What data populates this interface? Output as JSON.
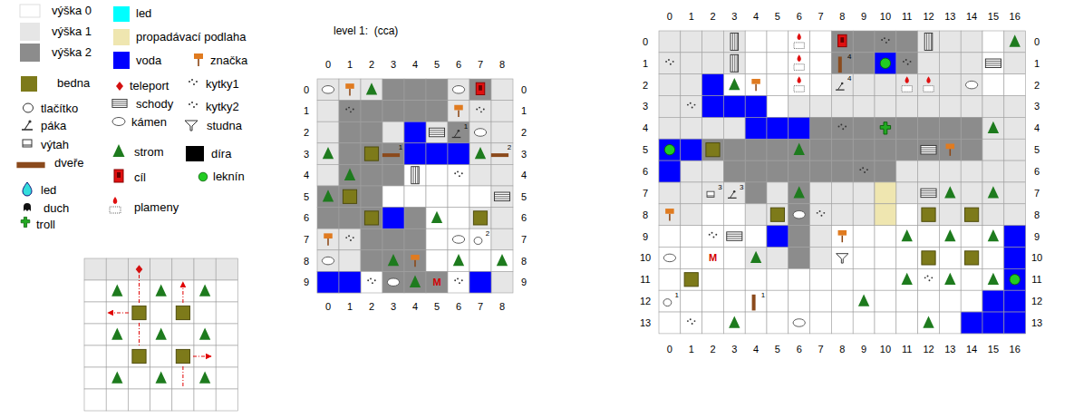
{
  "diagram": {
    "title": "level 1:  (cca)",
    "labels": [
      "0",
      "1",
      "2",
      "3",
      "4",
      "5",
      "6",
      "7",
      "8",
      "0",
      "1",
      "2",
      "3",
      "4",
      "5",
      "6",
      "7",
      "8",
      "9",
      "0",
      "1",
      "2",
      "3",
      "4",
      "5",
      "6",
      "7",
      "8",
      "9",
      "0",
      "1",
      "2",
      "3",
      "4",
      "5",
      "6",
      "7",
      "8",
      "1",
      "1",
      "2",
      "2",
      "M",
      "0",
      "1",
      "2",
      "3",
      "4",
      "5",
      "6",
      "7",
      "8",
      "9",
      "10",
      "11",
      "12",
      "13",
      "14",
      "15",
      "16",
      "0",
      "1",
      "2",
      "3",
      "4",
      "5",
      "6",
      "7",
      "8",
      "9",
      "10",
      "11",
      "12",
      "13",
      "0",
      "1",
      "2",
      "3",
      "4",
      "5",
      "6",
      "7",
      "8",
      "9",
      "10",
      "11",
      "12",
      "13",
      "0",
      "1",
      "2",
      "3",
      "4",
      "5",
      "6",
      "7",
      "8",
      "9",
      "10",
      "11",
      "12",
      "13",
      "14",
      "15",
      "16",
      "4",
      "4",
      "3",
      "3",
      "M",
      "1",
      "1"
    ],
    "legend": [
      {
        "text": "výška 0",
        "color": "#ffffff"
      },
      {
        "text": "výška 1",
        "color": "#e6e6e6"
      },
      {
        "text": "výška 2",
        "color": "#8c8c8c"
      },
      {
        "text": "bedna",
        "color": "#7d7a1a"
      },
      {
        "text": "tlačítko"
      },
      {
        "text": "páka"
      },
      {
        "text": "výtah"
      },
      {
        "text": "dveře"
      },
      {
        "text": "led"
      },
      {
        "text": "duch"
      },
      {
        "text": "troll"
      },
      {
        "text": "led",
        "color": "#00ffff"
      },
      {
        "text": "propadávací podlaha",
        "color": "#efe6b0"
      },
      {
        "text": "voda",
        "color": "#0000ff"
      },
      {
        "text": "značka"
      },
      {
        "text": "teleport"
      },
      {
        "text": "kytky1"
      },
      {
        "text": "schody"
      },
      {
        "text": "kytky2"
      },
      {
        "text": "kámen"
      },
      {
        "text": "studna"
      },
      {
        "text": "strom"
      },
      {
        "text": "díra",
        "color": "#000000"
      },
      {
        "text": "cíl"
      },
      {
        "text": "leknín"
      },
      {
        "text": "plameny"
      }
    ]
  }
}
